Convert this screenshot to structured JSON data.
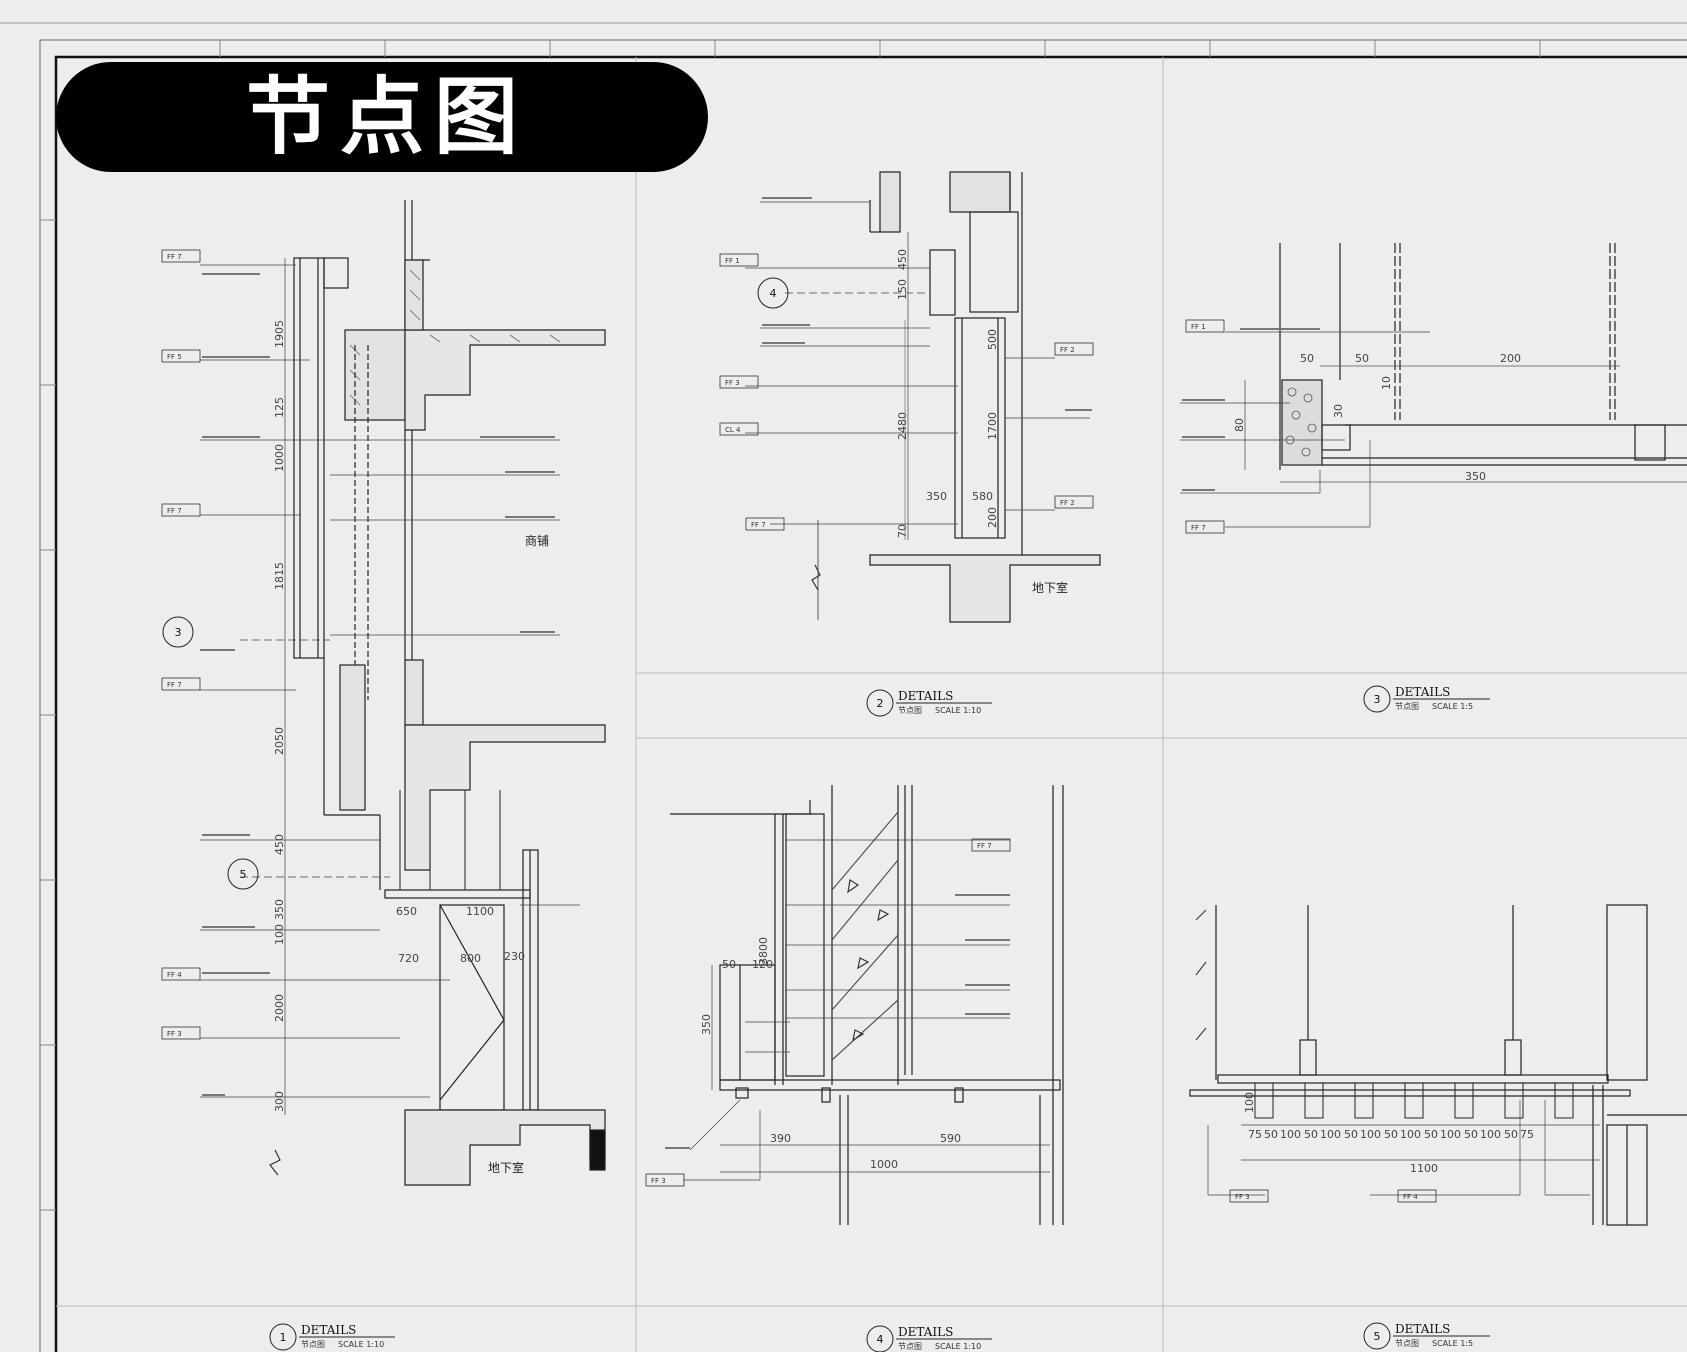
{
  "sheet": {
    "title": "节点图"
  },
  "rooms": {
    "shop": "商铺",
    "basement1": "地下室",
    "basement2": "地下室"
  },
  "details": [
    {
      "num": "1",
      "title": "DETAILS",
      "sub": "节点图",
      "scale": "SCALE  1:10"
    },
    {
      "num": "2",
      "title": "DETAILS",
      "sub": "节点图",
      "scale": "SCALE  1:10"
    },
    {
      "num": "3",
      "title": "DETAILS",
      "sub": "节点图",
      "scale": "SCALE  1:5"
    },
    {
      "num": "4",
      "title": "DETAILS",
      "sub": "节点图",
      "scale": "SCALE  1:10"
    },
    {
      "num": "5",
      "title": "DETAILS",
      "sub": "节点图",
      "scale": "SCALE  1:5"
    }
  ],
  "callouts": {
    "c3": "3",
    "c4": "4",
    "c5": "5"
  },
  "d1_dims": [
    "1905",
    "125",
    "1000",
    "1815",
    "2050",
    "450",
    "350",
    "100",
    "2000",
    "300",
    "650",
    "1100",
    "720",
    "800",
    "230"
  ],
  "d2_dims": [
    "450",
    "150",
    "500",
    "2480",
    "1700",
    "350",
    "580",
    "200",
    "70"
  ],
  "d3_dims": [
    "50",
    "50",
    "200",
    "10",
    "80",
    "30",
    "350"
  ],
  "d4_dims": [
    "3800",
    "350",
    "50",
    "120",
    "390",
    "590",
    "1000"
  ],
  "d5_dims": [
    "75",
    "50",
    "100",
    "50",
    "100",
    "50",
    "100",
    "50",
    "100",
    "50",
    "100",
    "50",
    "100",
    "50",
    "75",
    "1100",
    "100"
  ],
  "tags": {
    "t1a": "FF 7",
    "t1b": "FF 5",
    "t1c": "FF 7",
    "t1d": "FF 7",
    "t1e": "FF 4",
    "t1f": "FF 3",
    "t2a": "FF 1",
    "t2b": "FF 3",
    "t2c": "CL 4",
    "t2d": "FF 7",
    "t2e": "FF 2",
    "t2f": "FF 2",
    "t3a": "FF 1",
    "t3b": "FF 7",
    "t4a": "FF 7",
    "t4b": "FF 3",
    "t5a": "FF 3",
    "t5b": "FF 4"
  }
}
